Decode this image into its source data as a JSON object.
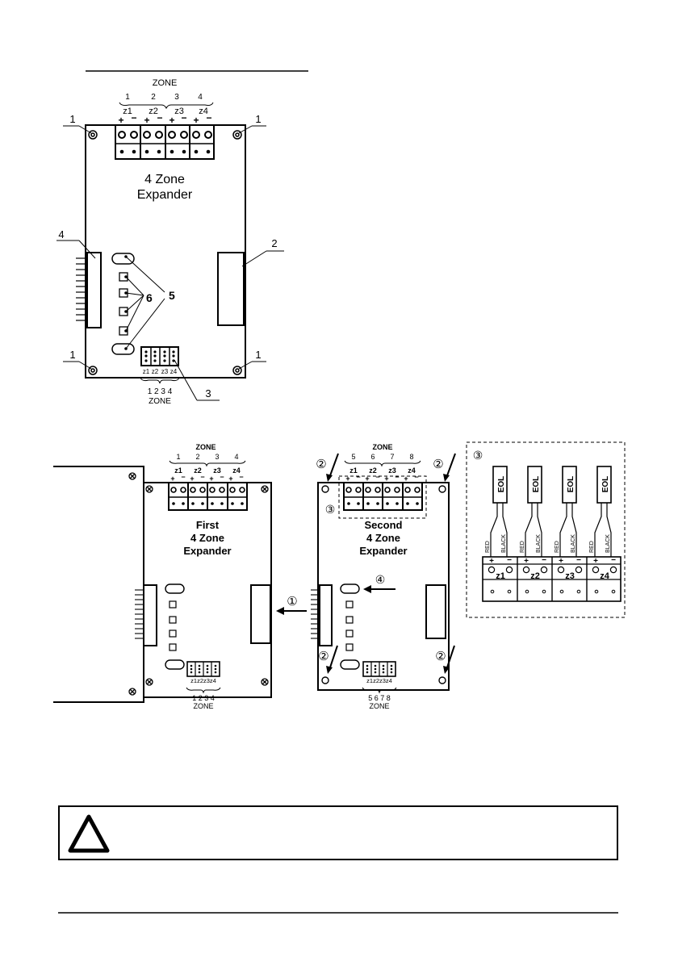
{
  "top": {
    "zone_label": "ZONE",
    "zone_numbers": [
      "1",
      "2",
      "3",
      "4"
    ],
    "terminal_names": [
      "z1",
      "z2",
      "z3",
      "z4"
    ],
    "title_line1": "4 Zone",
    "title_line2": "Expander",
    "callouts": {
      "mount_hole": "1",
      "connector_right": "2",
      "jumpers": "3",
      "connector_left": "4",
      "oval": "5",
      "square": "6"
    },
    "jumper_labels": [
      "z1",
      "z2",
      "z3",
      "z4"
    ],
    "bottom_zone_numbers": "1 2 3 4",
    "bottom_zone_label": "ZONE"
  },
  "first": {
    "zone_label": "ZONE",
    "zone_numbers": [
      "1",
      "2",
      "3",
      "4"
    ],
    "terminal_names": [
      "z1",
      "z2",
      "z3",
      "z4"
    ],
    "title": [
      "First",
      "4 Zone",
      "Expander"
    ],
    "jumper_labels": "z1z2z3z4",
    "bottom_zone_numbers": "1 2 3 4",
    "bottom_zone_label": "ZONE"
  },
  "second": {
    "zone_label": "ZONE",
    "zone_numbers": [
      "5",
      "6",
      "7",
      "8"
    ],
    "terminal_names": [
      "z1",
      "z2",
      "z3",
      "z4"
    ],
    "title": [
      "Second",
      "4 Zone",
      "Expander"
    ],
    "jumper_labels": "z1z2z3z4",
    "bottom_zone_numbers": "5 6 7 8",
    "bottom_zone_label": "ZONE"
  },
  "markers": {
    "one": "①",
    "two": "②",
    "three": "③",
    "four": "④"
  },
  "eol": {
    "resistor_label": "EOL",
    "wire_red": "RED",
    "wire_black": "BLACK",
    "terminals": [
      "z1",
      "z2",
      "z3",
      "z4"
    ]
  }
}
